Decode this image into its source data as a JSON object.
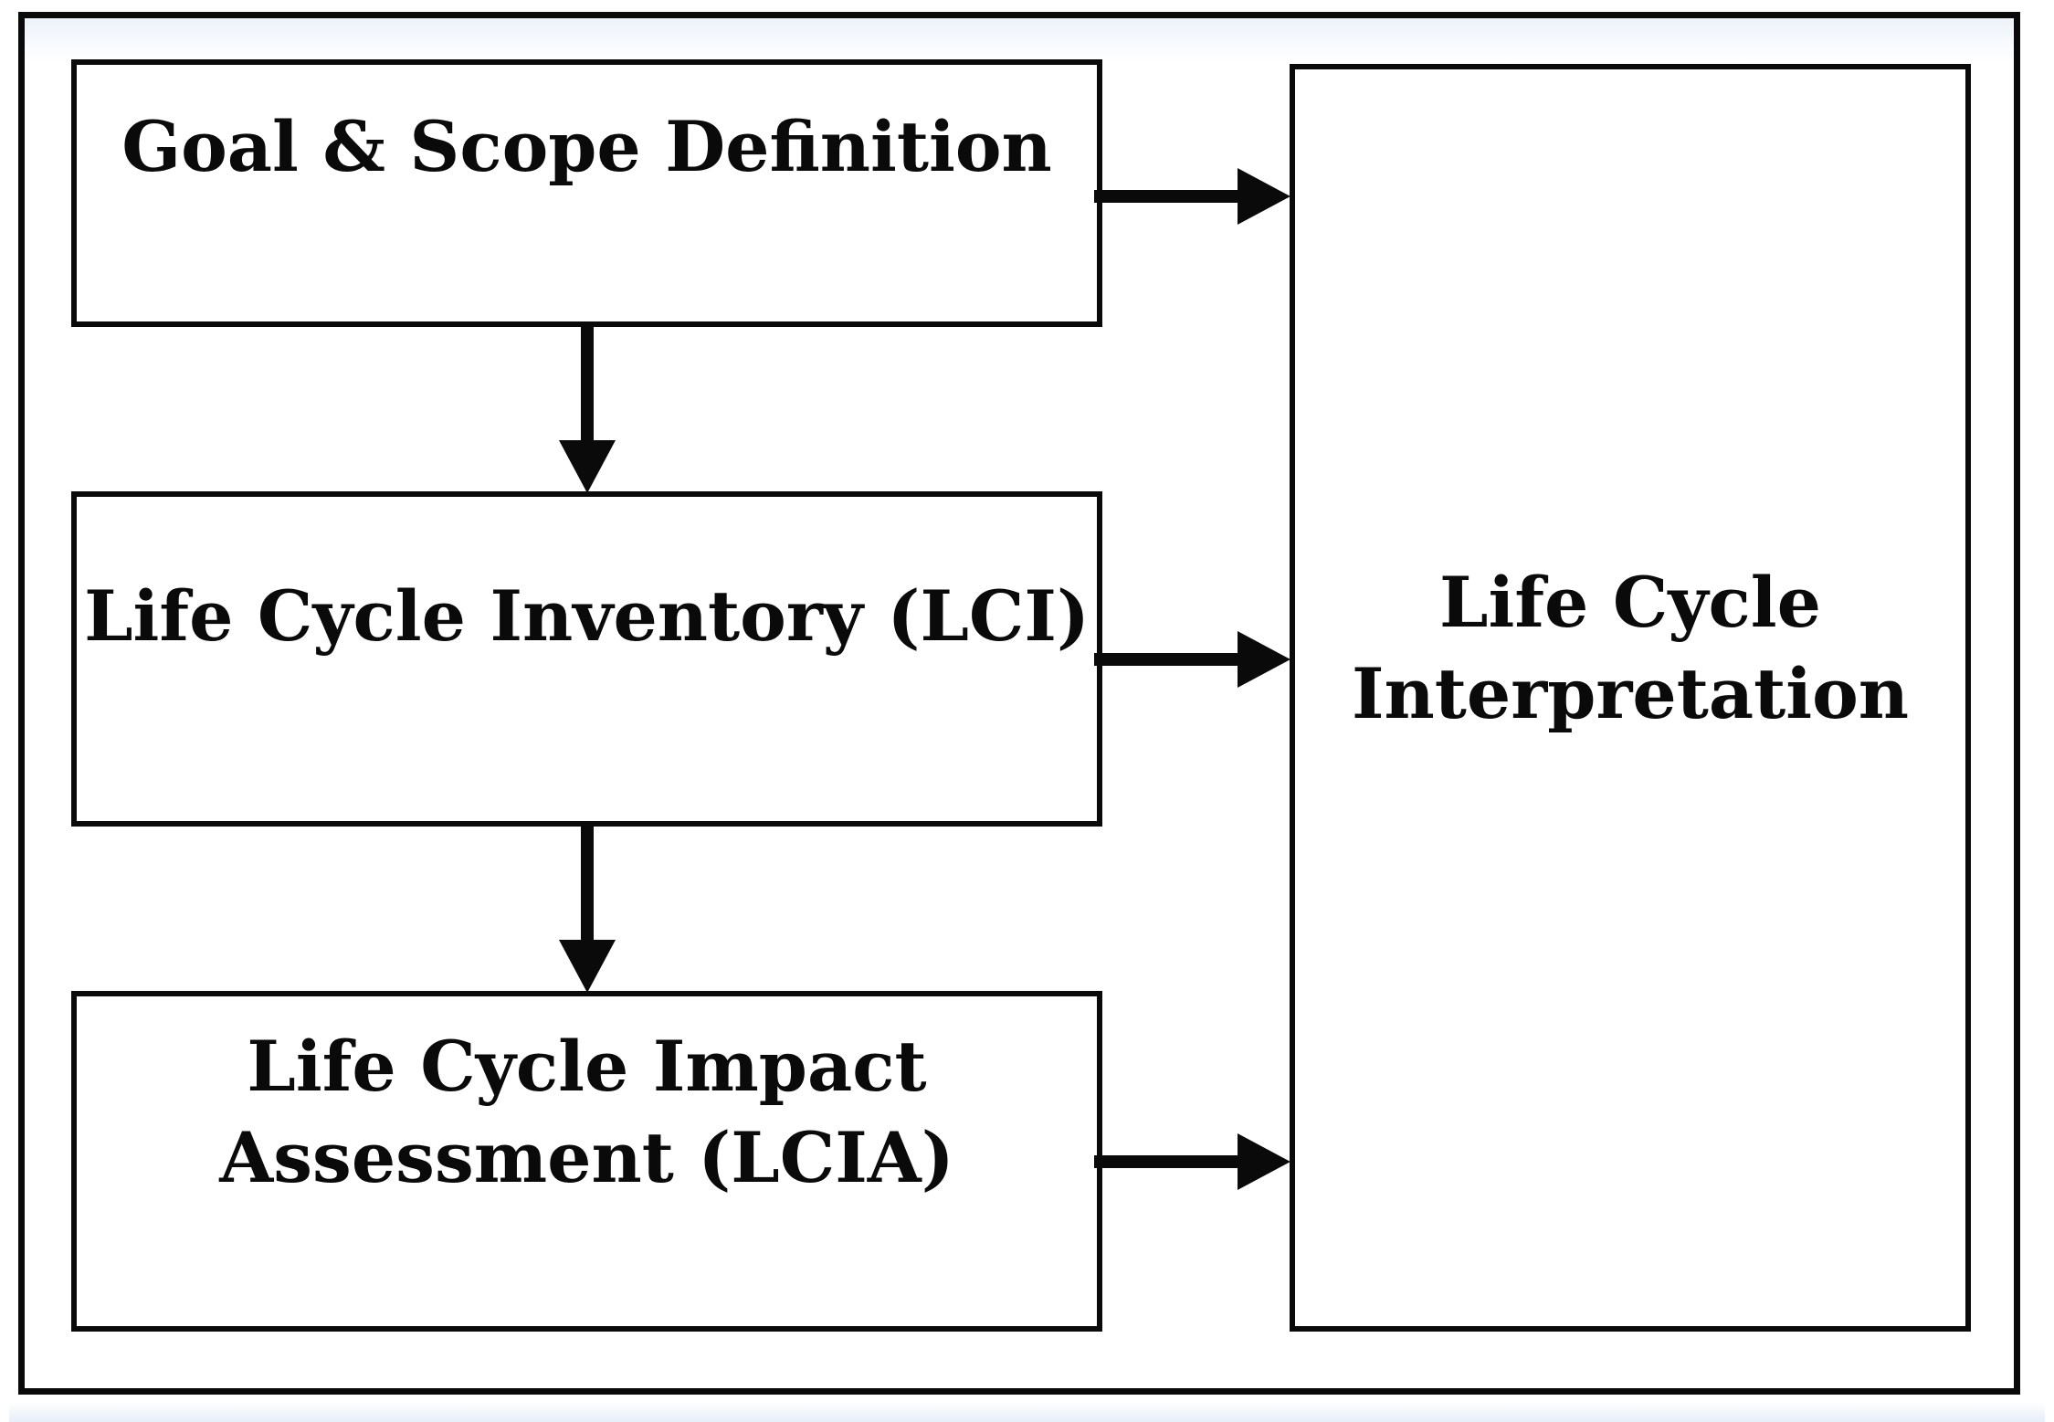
{
  "diagram": {
    "kind": "flowchart",
    "boxes": {
      "goal_scope": {
        "lines": [
          "Goal & Scope Definition"
        ]
      },
      "lci": {
        "lines": [
          "Life Cycle Inventory (LCI)"
        ]
      },
      "lcia": {
        "lines": [
          "Life Cycle Impact",
          "Assessment (LCIA)"
        ]
      },
      "interpretation": {
        "lines": [
          "Life Cycle",
          "Interpretation"
        ]
      }
    },
    "arrows": [
      {
        "from": "goal_scope",
        "to": "lci",
        "direction": "down"
      },
      {
        "from": "lci",
        "to": "lcia",
        "direction": "down"
      },
      {
        "from": "goal_scope",
        "to": "interpretation",
        "direction": "right"
      },
      {
        "from": "lci",
        "to": "interpretation",
        "direction": "right"
      },
      {
        "from": "lcia",
        "to": "interpretation",
        "direction": "right"
      }
    ],
    "colors": {
      "line": "#0a0a0a",
      "text": "#0a0a0a",
      "background": "#ffffff",
      "edge_tint": "#edf3fa"
    }
  }
}
